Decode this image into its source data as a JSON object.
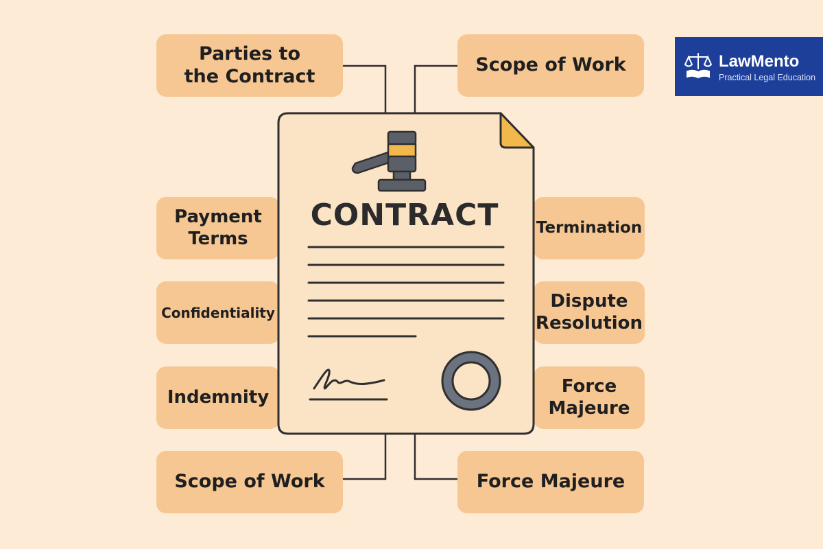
{
  "diagram": {
    "center_title": "CONTRACT",
    "clauses": {
      "top_left": [
        "Parties to",
        "the Contract"
      ],
      "top_right": [
        "Scope of Work"
      ],
      "left_2": [
        "Payment",
        "Terms"
      ],
      "right_2": [
        "Termination"
      ],
      "left_3": [
        "Confidentiality"
      ],
      "right_3": [
        "Dispute",
        "Resolution"
      ],
      "left_4": [
        "Indemnity"
      ],
      "right_4": [
        "Force",
        "Majeure"
      ],
      "bottom_left": [
        "Scope of Work"
      ],
      "bottom_right": [
        "Force Majeure"
      ]
    }
  },
  "logo": {
    "name": "LawMento",
    "tagline": "Practical Legal Education"
  },
  "colors": {
    "background": "#fdebd6",
    "clause_box": "#f6c793",
    "document": "#fbe3c6",
    "outline": "#2f2f2f",
    "gavel_band": "#f2b84b",
    "seal": "#6b7280",
    "logo_bg": "#1d3f99"
  },
  "icons": [
    "gavel-icon",
    "signature-icon",
    "seal-icon",
    "scales-of-justice-icon"
  ]
}
